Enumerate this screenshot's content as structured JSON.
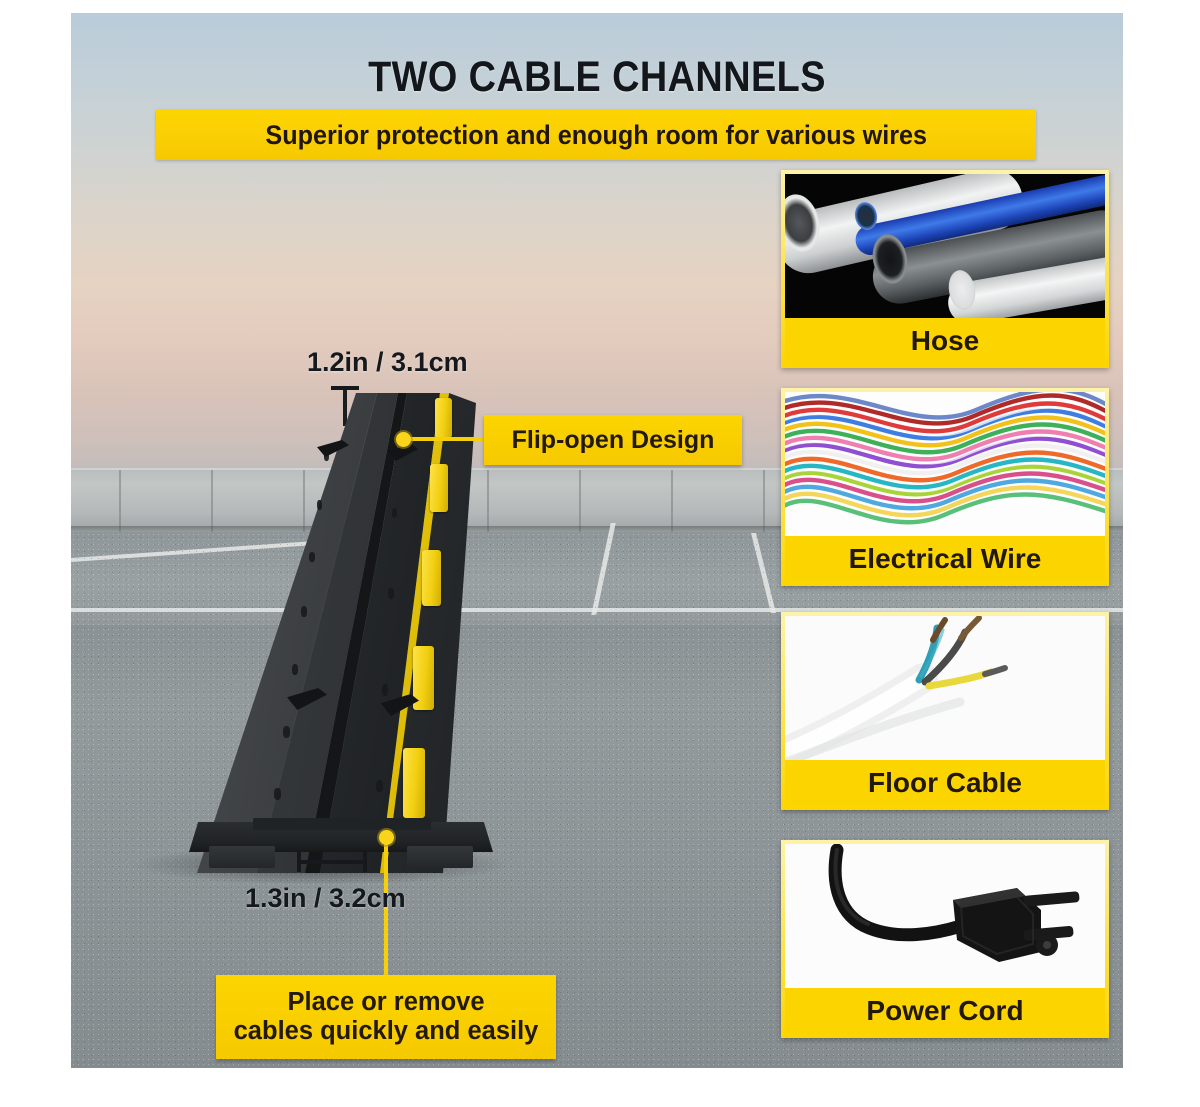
{
  "header": {
    "title": "TWO CABLE CHANNELS",
    "subtitle": "Superior protection and enough room for various wires"
  },
  "product": {
    "dimension_top": "1.2in / 3.1cm",
    "dimension_bottom": "1.3in / 3.2cm",
    "callout_flip": "Flip-open Design",
    "callout_place_line1": "Place or remove",
    "callout_place_line2": "cables quickly and easily"
  },
  "cards": [
    {
      "label": "Hose",
      "icon": "pvc-pipes-photo"
    },
    {
      "label": "Electrical Wire",
      "icon": "colored-wire-bundle-photo"
    },
    {
      "label": "Floor Cable",
      "icon": "white-sheathed-cable-photo"
    },
    {
      "label": "Power Cord",
      "icon": "black-power-plug-photo"
    }
  ],
  "colors": {
    "accent_yellow": "#fcd500",
    "text_dark": "#20160c",
    "product_black": "#2b2e31"
  }
}
